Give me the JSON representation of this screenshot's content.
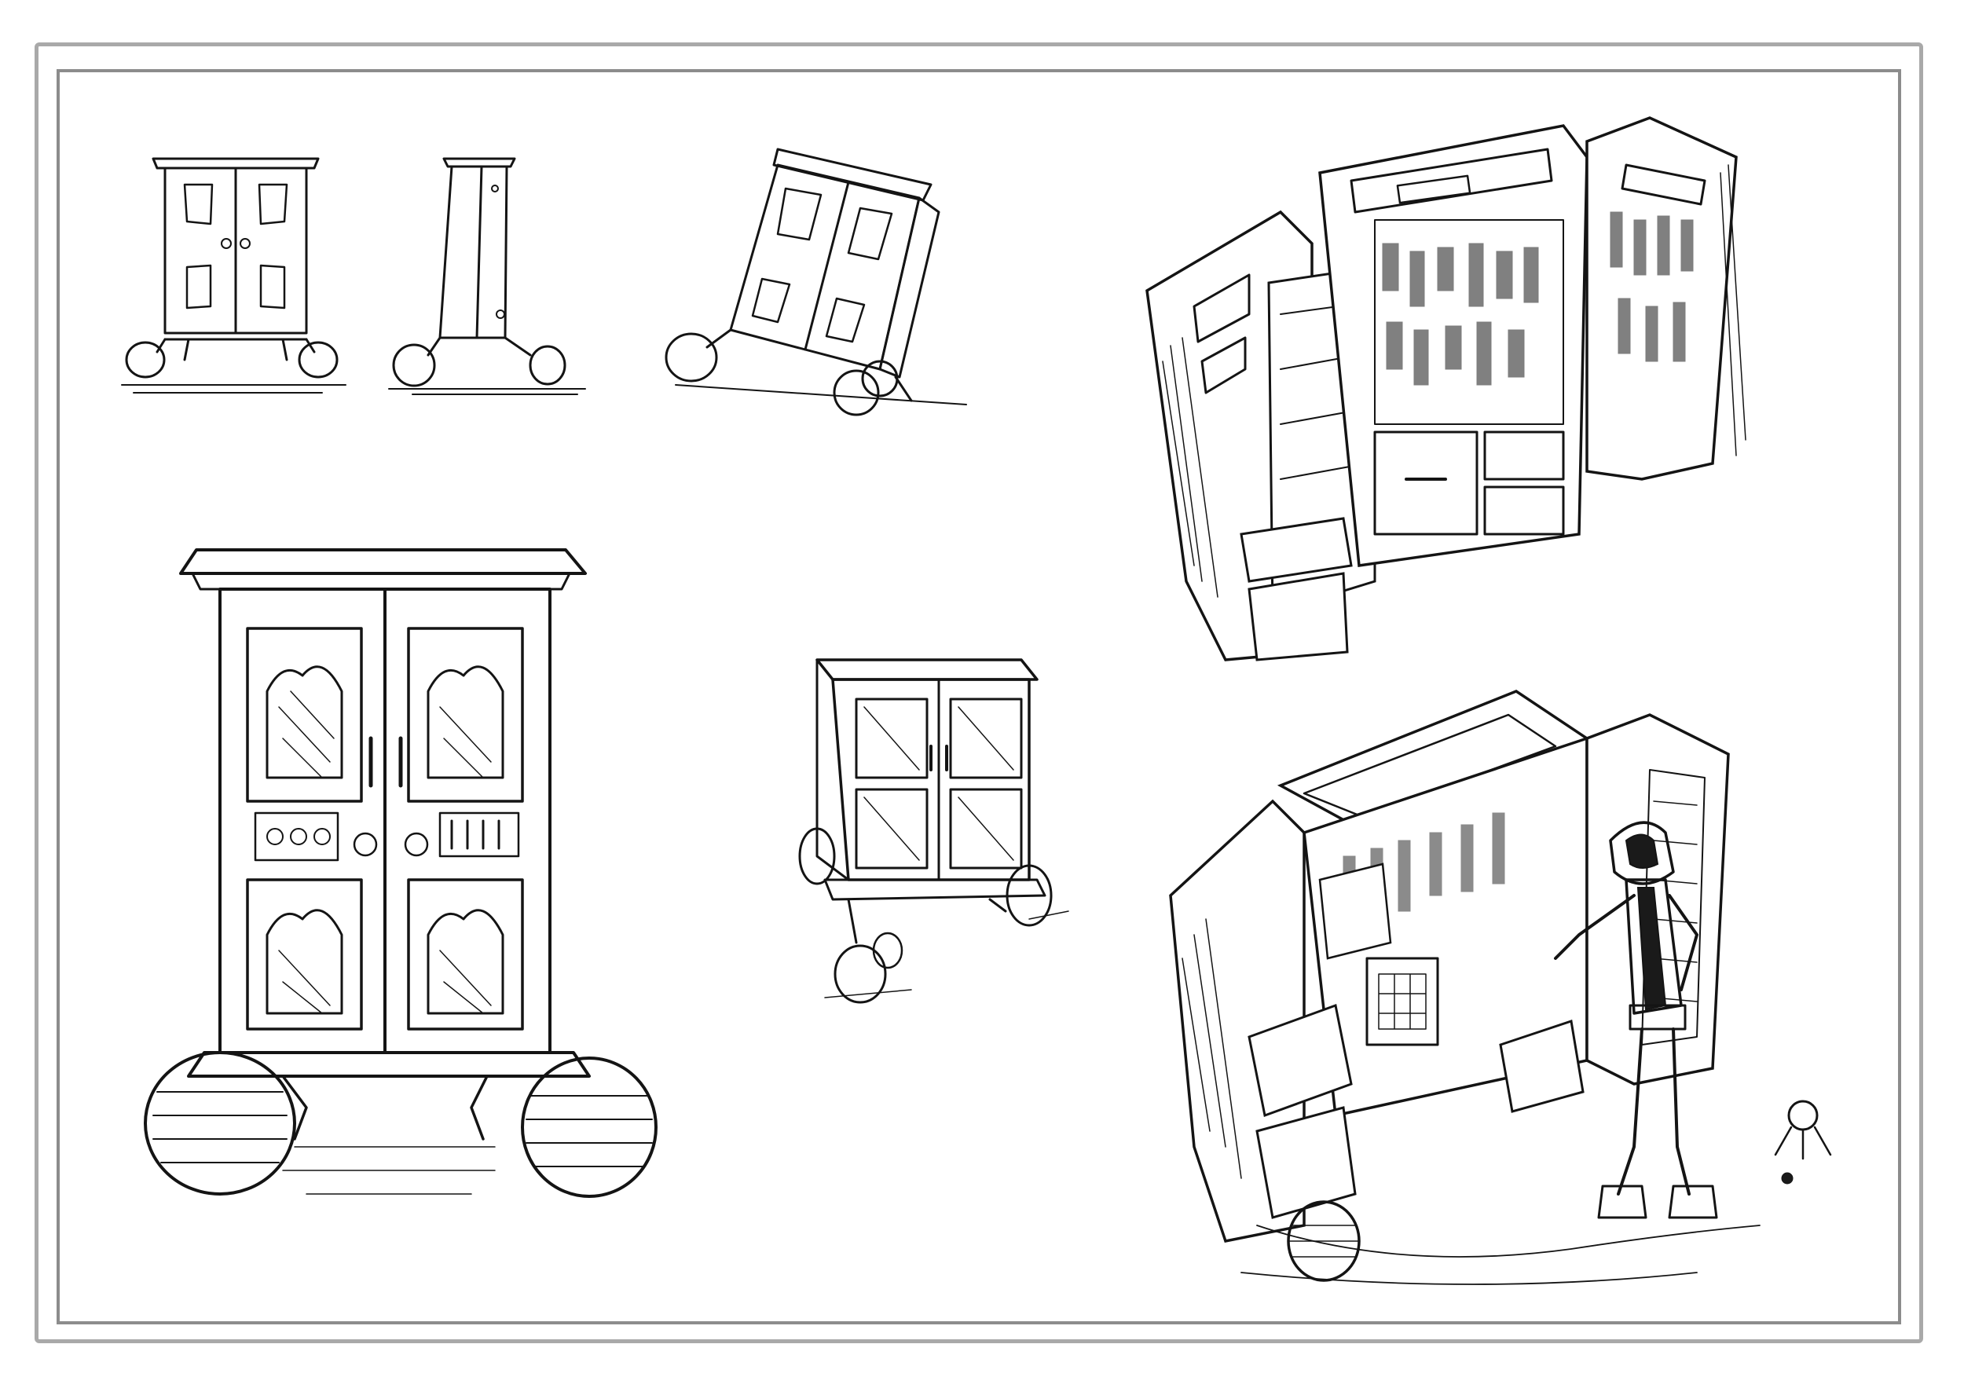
{
  "sheet": {
    "frame_color": "#a9a9a9",
    "inner_frame_color": "#8c8c8c",
    "ink_color": "#141414",
    "paper_color": "#ffffff"
  },
  "sketches": [
    {
      "id": "wardrobe-front-small",
      "icon": "wardrobe-front-icon"
    },
    {
      "id": "wardrobe-side-small",
      "icon": "wardrobe-side-icon"
    },
    {
      "id": "wardrobe-tilted-small",
      "icon": "wardrobe-tilted-icon"
    },
    {
      "id": "wardrobe-open-isometric",
      "icon": "wardrobe-open-icon"
    },
    {
      "id": "wardrobe-front-large",
      "icon": "wardrobe-detailed-icon"
    },
    {
      "id": "cabinet-on-wheels",
      "icon": "cabinet-wheels-icon"
    },
    {
      "id": "wardrobe-with-robot",
      "icon": "robot-wardrobe-icon"
    }
  ]
}
